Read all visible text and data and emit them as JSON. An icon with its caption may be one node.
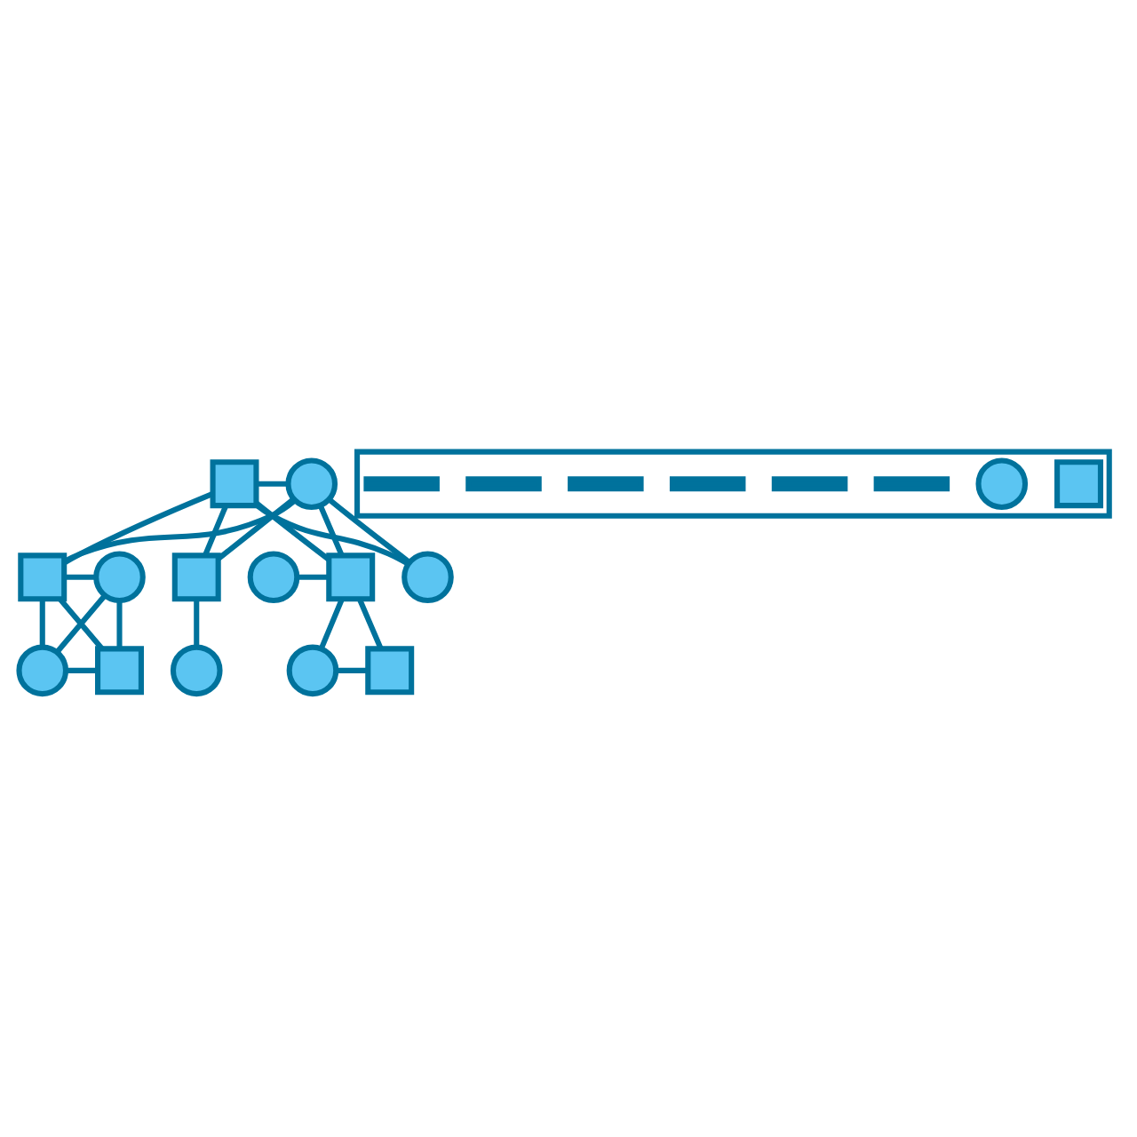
{
  "diagram": {
    "nodes": [
      {
        "text": [],
        "shape": "box"
      },
      {
        "text": [],
        "shape": "circle"
      },
      {
        "text": [],
        "shape": "box"
      },
      {
        "text": [],
        "shape": "circle"
      },
      {
        "text": [],
        "shape": "box"
      },
      {
        "text": [],
        "shape": "circle"
      },
      {
        "text": [],
        "shape": "box"
      },
      {
        "text": [],
        "shape": "circle"
      },
      {
        "text": [],
        "shape": "circle"
      },
      {
        "text": [],
        "shape": "box"
      },
      {
        "text": [],
        "shape": "circle"
      },
      {
        "text": [],
        "shape": "circle"
      },
      {
        "text": [],
        "shape": "box"
      },
      {
        "text": [],
        "shape": "box"
      },
      {
        "text": [],
        "shape": "box",
        "in": 13
      },
      {
        "text": [],
        "shape": "circle",
        "in": 13
      },
      {
        "text": [],
        "shape": "bar",
        "in": 13
      },
      {
        "text": [],
        "shape": "bar",
        "in": 13
      },
      {
        "text": [],
        "shape": "bar",
        "in": 13
      },
      {
        "text": [],
        "shape": "bar",
        "in": 13
      },
      {
        "text": [],
        "shape": "bar",
        "in": 13
      },
      {
        "text": [],
        "shape": "bar",
        "in": 13
      }
    ],
    "edges": [
      {
        "from": 0,
        "to": 1,
        "arrow": "none"
      },
      {
        "from": 0,
        "to": 2,
        "arrow": "none"
      },
      {
        "from": 0,
        "to": 4,
        "arrow": "none"
      },
      {
        "from": 0,
        "to": 6,
        "arrow": "none"
      },
      {
        "from": 0,
        "to": 7,
        "arrow": "none"
      },
      {
        "from": 1,
        "to": 2,
        "arrow": "none"
      },
      {
        "from": 1,
        "to": 4,
        "arrow": "none"
      },
      {
        "from": 1,
        "to": 6,
        "arrow": "none"
      },
      {
        "from": 1,
        "to": 7,
        "arrow": "none"
      },
      {
        "from": 2,
        "to": 3,
        "arrow": "none"
      },
      {
        "from": 2,
        "to": 8,
        "arrow": "none"
      },
      {
        "from": 2,
        "to": 9,
        "arrow": "none"
      },
      {
        "from": 3,
        "to": 8,
        "arrow": "none"
      },
      {
        "from": 3,
        "to": 9,
        "arrow": "none"
      },
      {
        "from": 8,
        "to": 9,
        "arrow": "none"
      },
      {
        "from": 4,
        "to": 10,
        "arrow": "none"
      },
      {
        "from": 5,
        "to": 6,
        "arrow": "none"
      },
      {
        "from": 6,
        "to": 11,
        "arrow": "none"
      },
      {
        "from": 6,
        "to": 12,
        "arrow": "none"
      },
      {
        "from": 11,
        "to": 12,
        "arrow": "none"
      }
    ]
  }
}
